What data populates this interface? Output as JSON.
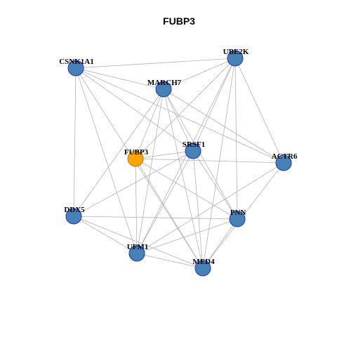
{
  "title": "FUBP3",
  "colors": {
    "node_fill": "#4682b4",
    "node_stroke": "#1f2fd6",
    "hub_fill": "#ffa500",
    "hub_stroke": "#c07a00",
    "edge": "#b3b3b3"
  },
  "nodes": [
    {
      "id": "CSNK1A1",
      "label": "CSNK1A1",
      "hub": false
    },
    {
      "id": "UBE2K",
      "label": "UBE2K",
      "hub": false
    },
    {
      "id": "MARCH7",
      "label": "MARCH7",
      "hub": false
    },
    {
      "id": "SRSF1",
      "label": "SRSF1",
      "hub": false
    },
    {
      "id": "FUBP3",
      "label": "FUBP3",
      "hub": true
    },
    {
      "id": "ACTR6",
      "label": "ACTR6",
      "hub": false
    },
    {
      "id": "DDX5",
      "label": "DDX5",
      "hub": false
    },
    {
      "id": "PNN",
      "label": "PNN",
      "hub": false
    },
    {
      "id": "UFM1",
      "label": "UFM1",
      "hub": false
    },
    {
      "id": "MED4",
      "label": "MED4",
      "hub": false
    }
  ],
  "edges": [
    [
      "CSNK1A1",
      "UBE2K"
    ],
    [
      "CSNK1A1",
      "MARCH7"
    ],
    [
      "CSNK1A1",
      "SRSF1"
    ],
    [
      "CSNK1A1",
      "ACTR6"
    ],
    [
      "CSNK1A1",
      "DDX5"
    ],
    [
      "CSNK1A1",
      "UFM1"
    ],
    [
      "CSNK1A1",
      "MED4"
    ],
    [
      "UBE2K",
      "MARCH7"
    ],
    [
      "UBE2K",
      "SRSF1"
    ],
    [
      "UBE2K",
      "FUBP3"
    ],
    [
      "UBE2K",
      "ACTR6"
    ],
    [
      "UBE2K",
      "PNN"
    ],
    [
      "UBE2K",
      "UFM1"
    ],
    [
      "UBE2K",
      "MED4"
    ],
    [
      "MARCH7",
      "SRSF1"
    ],
    [
      "MARCH7",
      "FUBP3"
    ],
    [
      "MARCH7",
      "ACTR6"
    ],
    [
      "MARCH7",
      "DDX5"
    ],
    [
      "MARCH7",
      "PNN"
    ],
    [
      "MARCH7",
      "UFM1"
    ],
    [
      "MARCH7",
      "MED4"
    ],
    [
      "SRSF1",
      "FUBP3"
    ],
    [
      "SRSF1",
      "DDX5"
    ],
    [
      "SRSF1",
      "PNN"
    ],
    [
      "SRSF1",
      "UFM1"
    ],
    [
      "SRSF1",
      "MED4"
    ],
    [
      "FUBP3",
      "ACTR6"
    ],
    [
      "FUBP3",
      "PNN"
    ],
    [
      "FUBP3",
      "UFM1"
    ],
    [
      "FUBP3",
      "MED4"
    ],
    [
      "ACTR6",
      "UFM1"
    ],
    [
      "ACTR6",
      "MED4"
    ],
    [
      "DDX5",
      "PNN"
    ],
    [
      "DDX5",
      "UFM1"
    ],
    [
      "DDX5",
      "MED4"
    ],
    [
      "PNN",
      "UFM1"
    ],
    [
      "PNN",
      "MED4"
    ],
    [
      "UFM1",
      "MED4"
    ]
  ]
}
